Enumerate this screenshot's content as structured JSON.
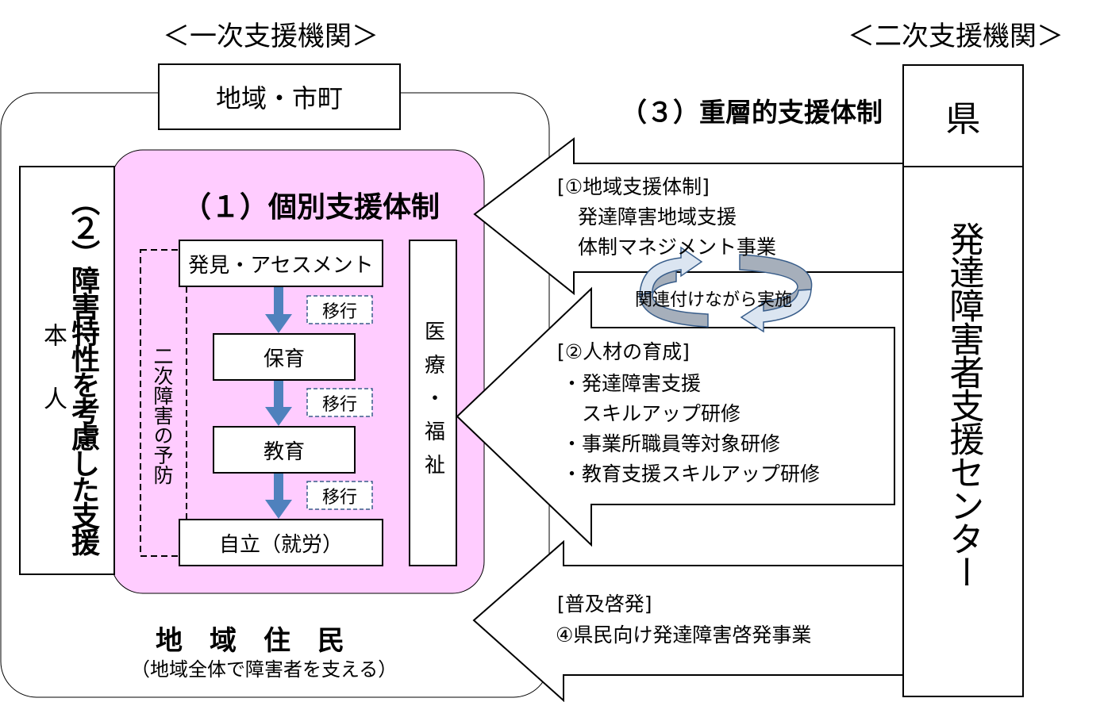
{
  "headers": {
    "primary": "＜一次支援機関＞",
    "secondary": "＜二次支援機関＞"
  },
  "primary_side": {
    "region_label": "地域・市町",
    "person_label": "本　人",
    "section2_title": "（２）障害特性を考慮した支援",
    "section1_title": "（１）個別支援体制",
    "flow_steps": [
      "発見・アセスメント",
      "保育",
      "教育",
      "自立（就労）"
    ],
    "transition_label": "移行",
    "prevention_label": "二次障害の予防",
    "medical_welfare_label": "医療・福祉",
    "residents_label": "地　域　住　民",
    "residents_sub": "（地域全体で障害者を支える）"
  },
  "secondary_side": {
    "prefecture_label": "県",
    "center_label": "発達障害者支援センター",
    "section3_title": "（３）重層的支援体制"
  },
  "arrows": [
    {
      "heading": "[①地域支援体制]",
      "lines": [
        "発達障害地域支援",
        "体制マネジメント事業"
      ]
    },
    {
      "heading": "[②人材の育成]",
      "lines": [
        "・発達障害支援",
        "　スキルアップ研修",
        "・事業所職員等対象研修",
        "・教育支援スキルアップ研修"
      ]
    },
    {
      "heading": "[普及啓発]",
      "lines": [
        "④県民向け発達障害啓発事業"
      ]
    }
  ],
  "cycle_label": "関連付けながら実施",
  "colors": {
    "pink_panel": "#ffccff",
    "flow_arrow": "#4f81bd",
    "dashed_border": "#385d8a",
    "cycle_light": "#dbe5f1",
    "cycle_dark": "#a6afbb",
    "cycle_stroke": "#385d8a"
  }
}
